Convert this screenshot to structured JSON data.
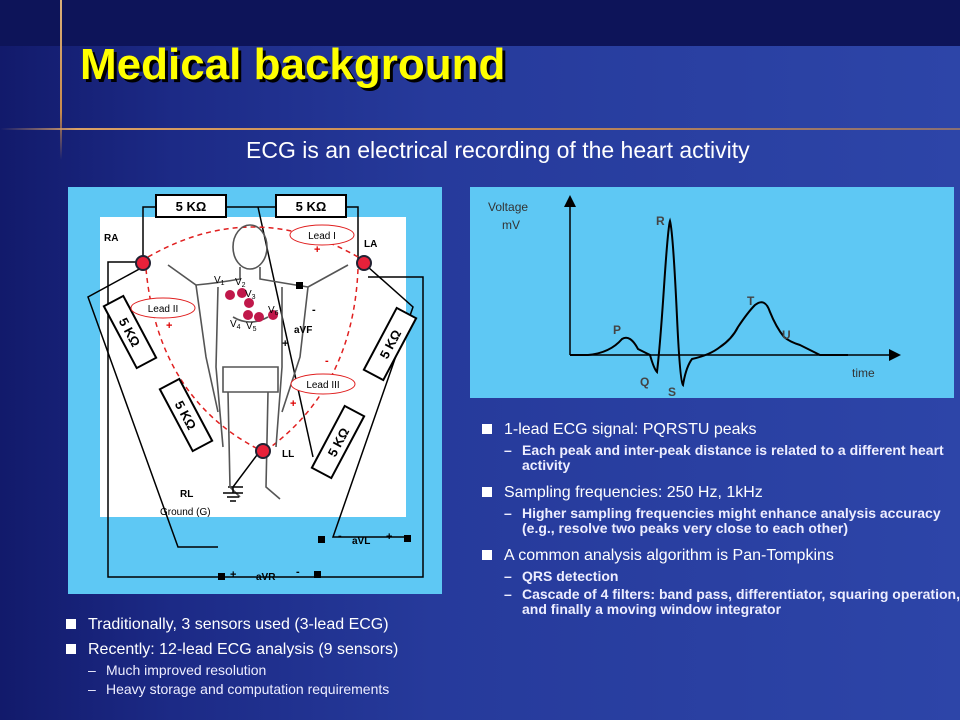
{
  "title": "Medical background",
  "subtitle": "ECG is an electrical recording of the heart activity",
  "diagram": {
    "resistor_label": "5 KΩ",
    "ra": "RA",
    "la": "LA",
    "ll": "LL",
    "rl": "RL",
    "ground": "Ground (G)",
    "lead1": "Lead I",
    "lead2": "Lead II",
    "lead3": "Lead III",
    "avf": "aVF",
    "avl": "aVL",
    "avr": "aVR",
    "v1": "V",
    "v1s": "1",
    "v2": "V",
    "v2s": "2",
    "v3": "V",
    "v3s": "3",
    "v4": "V",
    "v4s": "4",
    "v5": "V",
    "v5s": "5",
    "v6": "V",
    "v6s": "6",
    "plus": "+",
    "minus": "-"
  },
  "ecg_plot": {
    "ylabel_1": "Voltage",
    "ylabel_2": "mV",
    "xlabel": "time",
    "peaks": [
      "P",
      "Q",
      "R",
      "S",
      "T",
      "U"
    ]
  },
  "right_bullets": [
    {
      "text": "1-lead ECG signal: PQRSTU peaks",
      "sub": [
        "Each peak and inter-peak distance is related to a different heart activity"
      ]
    },
    {
      "text": "Sampling frequencies: 250 Hz, 1kHz",
      "sub": [
        "Higher sampling frequencies might enhance analysis accuracy (e.g., resolve two peaks very close to each other)"
      ]
    },
    {
      "text": "A common analysis algorithm is Pan-Tompkins",
      "sub": [
        "QRS detection",
        "Cascade of 4 filters: band pass, differentiator, squaring operation, and finally a moving window integrator"
      ]
    }
  ],
  "left_bullets": [
    {
      "text": "Traditionally, 3 sensors used (3-lead ECG)"
    },
    {
      "text": "Recently: 12-lead ECG analysis (9 sensors)",
      "sub": [
        "Much improved resolution",
        "Heavy storage and computation requirements"
      ]
    }
  ]
}
